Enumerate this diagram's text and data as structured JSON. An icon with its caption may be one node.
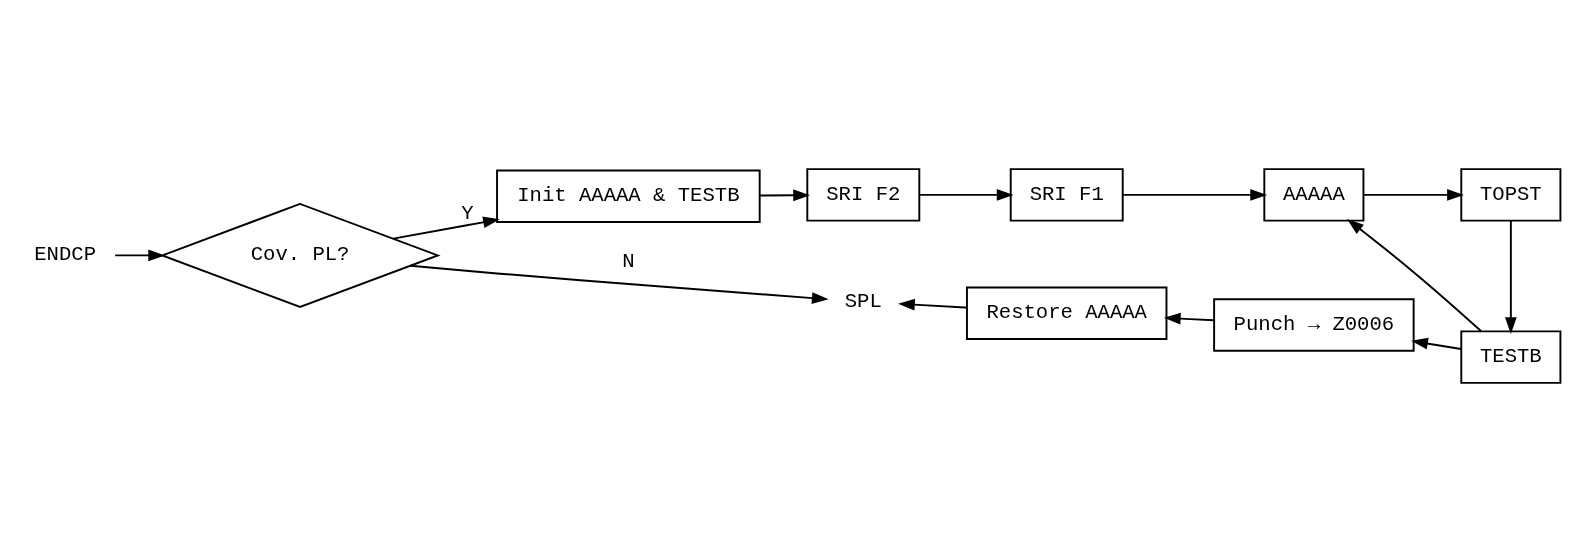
{
  "diagram": {
    "nodes": [
      {
        "text": [
          "ENDCP"
        ]
      },
      {
        "text": [
          "Cov. PL?"
        ]
      },
      {
        "text": [
          "Init AAAAA & TESTB"
        ]
      },
      {
        "text": [
          "SRI F2"
        ]
      },
      {
        "text": [
          "SRI F1"
        ]
      },
      {
        "text": [
          "AAAAA"
        ]
      },
      {
        "text": [
          "TOPST"
        ]
      },
      {
        "text": [
          "TESTB"
        ]
      },
      {
        "text": [
          "Punch → Z0006"
        ]
      },
      {
        "text": [
          "Restore AAAAA"
        ]
      },
      {
        "text": [
          "SPL"
        ]
      }
    ],
    "edges": [
      {
        "from": 0,
        "to": 1,
        "arrow": "to"
      },
      {
        "from": 1,
        "to": 2,
        "arrow": "to",
        "label": "Y"
      },
      {
        "from": 2,
        "to": 3,
        "arrow": "to"
      },
      {
        "from": 3,
        "to": 4,
        "arrow": "to"
      },
      {
        "from": 4,
        "to": 5,
        "arrow": "to"
      },
      {
        "from": 5,
        "to": 6,
        "arrow": "to"
      },
      {
        "from": 6,
        "to": 7,
        "arrow": "to"
      },
      {
        "from": 7,
        "to": 5,
        "arrow": "to"
      },
      {
        "from": 7,
        "to": 8,
        "arrow": "to"
      },
      {
        "from": 8,
        "to": 9,
        "arrow": "to"
      },
      {
        "from": 9,
        "to": 10,
        "arrow": "to"
      },
      {
        "from": 1,
        "to": 10,
        "arrow": "to",
        "label": "N"
      }
    ]
  }
}
